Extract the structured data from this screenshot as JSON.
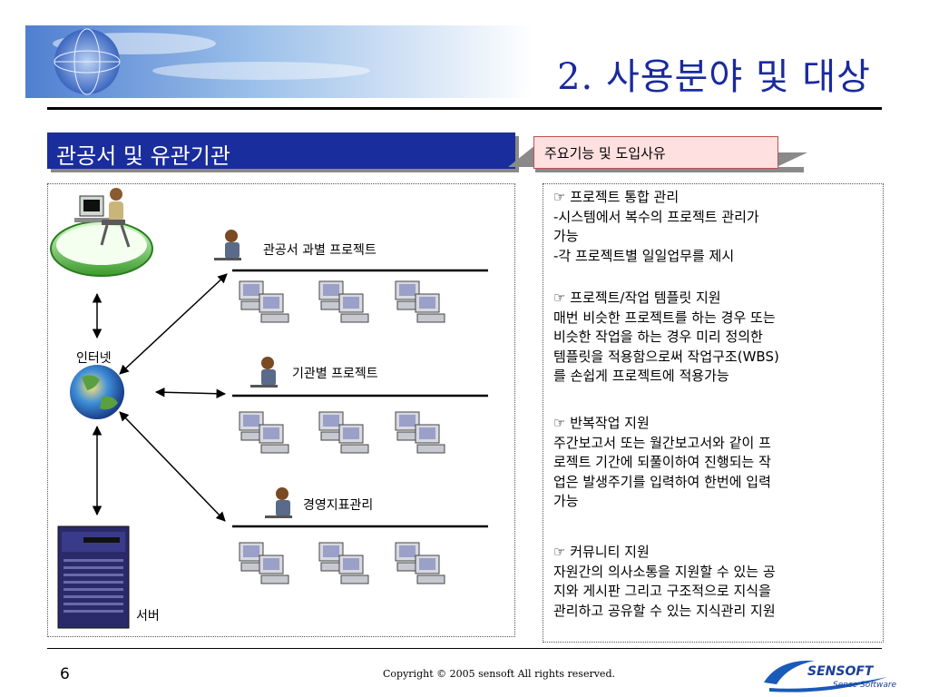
{
  "slide": {
    "title": "2. 사용분야 및 대상",
    "section_title": "관공서 및 유관기관",
    "feature_header": "주요기능 및 도입사유",
    "page_number": "6",
    "copyright": "Copyright © 2005 sensoft All rights reserved.",
    "logo": {
      "name": "SENSOFT",
      "tagline": "Sense Software"
    }
  },
  "diagram": {
    "internet_label": "인터넷",
    "server_label": "서버",
    "groups": [
      {
        "label": "관공서 과별 프로젝트",
        "computers": 3
      },
      {
        "label": "기관별 프로젝트",
        "computers": 3
      },
      {
        "label": "경영지표관리",
        "computers": 3
      }
    ]
  },
  "features": [
    {
      "title": "☞ 프로젝트 통합 관리",
      "lines": [
        "-시스템에서 복수의 프로젝트 관리가",
        "가능",
        "-각 프로젝트별 일일업무를 제시"
      ]
    },
    {
      "title": "☞ 프로젝트/작업 템플릿 지원",
      "lines": [
        " 매번 비슷한 프로젝트를 하는 경우 또는",
        "비슷한  작업을 하는 경우 미리 정의한",
        "템플릿을 적용함으로써 작업구조(WBS)",
        "를 손쉽게 프로젝트에  적용가능"
      ]
    },
    {
      "title": "☞ 반복작업 지원",
      "lines": [
        "주간보고서 또는 월간보고서와 같이 프",
        "로젝트 기간에 되풀이하여 진행되는 작",
        "업은  발생주기를 입력하여 한번에 입력",
        "가능"
      ]
    },
    {
      "title": "☞ 커뮤니티 지원",
      "lines": [
        " 자원간의 의사소통을 지원할 수 있는 공",
        "지와 게시판 그리고 구조적으로 지식을",
        "관리하고 공유할 수 있는 지식관리 지원"
      ]
    }
  ],
  "colors": {
    "title": "#1a2a9e",
    "section_bg": "#1a2d9c",
    "feature_bg": "#ffe0e0"
  }
}
